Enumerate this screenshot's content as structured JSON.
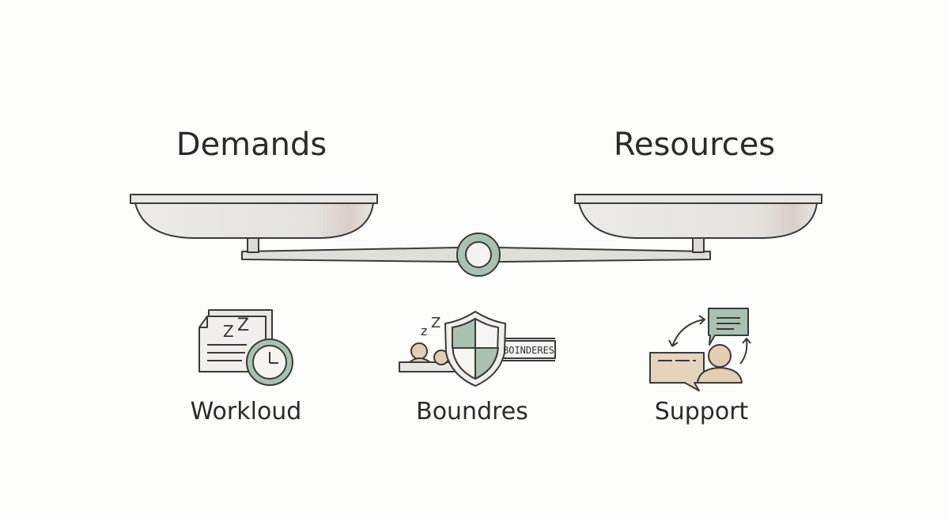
{
  "diagram": {
    "left_title": "Demands",
    "right_title": "Resources",
    "items": [
      {
        "id": "workload",
        "label": "Workloud",
        "icon": "documents-clock-icon"
      },
      {
        "id": "boundaries",
        "label": "Boundres",
        "icon": "shield-rest-icon",
        "banner_text": "BOINDERES"
      },
      {
        "id": "support",
        "label": "Support",
        "icon": "chat-person-icon"
      }
    ],
    "colors": {
      "stroke": "#3a3a3a",
      "pan_fill": "#e6e3df",
      "beam_fill": "#e0ded9",
      "sage": "#a9c2b0",
      "sage_light": "#cfdcd2",
      "beige": "#e6d3bd"
    }
  }
}
